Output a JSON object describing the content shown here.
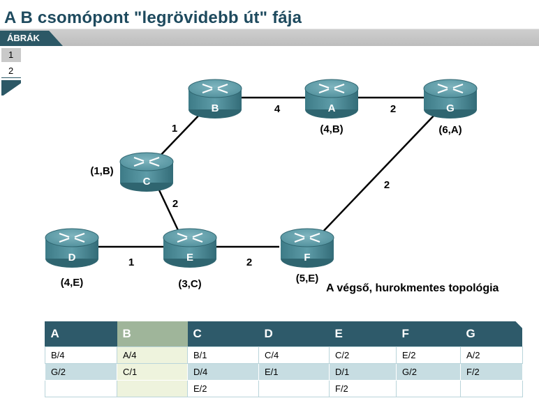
{
  "title": "A B csomópont \"legrövidebb út\" fája",
  "header": {
    "tab_label": "ÁBRÁK"
  },
  "side_tabs": [
    {
      "label": "1"
    },
    {
      "label": "2"
    }
  ],
  "topology": {
    "routers": [
      {
        "id": "B",
        "name": "B",
        "annotation": ""
      },
      {
        "id": "A",
        "name": "A",
        "annotation": "(4,B)"
      },
      {
        "id": "G",
        "name": "G",
        "annotation": "(6,A)"
      },
      {
        "id": "C",
        "name": "C",
        "annotation": "(1,B)"
      },
      {
        "id": "D",
        "name": "D",
        "annotation": "(4,E)"
      },
      {
        "id": "E",
        "name": "E",
        "annotation": "(3,C)"
      },
      {
        "id": "F",
        "name": "F",
        "annotation": "(5,E)"
      }
    ],
    "links": [
      {
        "from": "B",
        "to": "A",
        "cost": "4"
      },
      {
        "from": "A",
        "to": "G",
        "cost": "2"
      },
      {
        "from": "B",
        "to": "C",
        "cost": "1"
      },
      {
        "from": "C",
        "to": "E",
        "cost": "2"
      },
      {
        "from": "D",
        "to": "E",
        "cost": "1"
      },
      {
        "from": "E",
        "to": "F",
        "cost": "2"
      },
      {
        "from": "F",
        "to": "G",
        "cost": "2"
      }
    ],
    "caption": "A végső, hurokmentes topológia"
  },
  "table": {
    "headers": [
      "A",
      "B",
      "C",
      "D",
      "E",
      "F",
      "G"
    ],
    "highlight_column": 1,
    "rows": [
      [
        "B/4",
        "A/4",
        "B/1",
        "C/4",
        "C/2",
        "E/2",
        "A/2"
      ],
      [
        "G/2",
        "C/1",
        "D/4",
        "E/1",
        "D/1",
        "G/2",
        "F/2"
      ],
      [
        "",
        "",
        "E/2",
        "",
        "F/2",
        "",
        ""
      ]
    ]
  },
  "colors": {
    "title": "#1e4a5e",
    "table_header": "#2e5a6a",
    "table_header_highlight": "#9fb59a",
    "table_row_alt": "#c7dde2",
    "router_body": "#4f8e9a"
  }
}
